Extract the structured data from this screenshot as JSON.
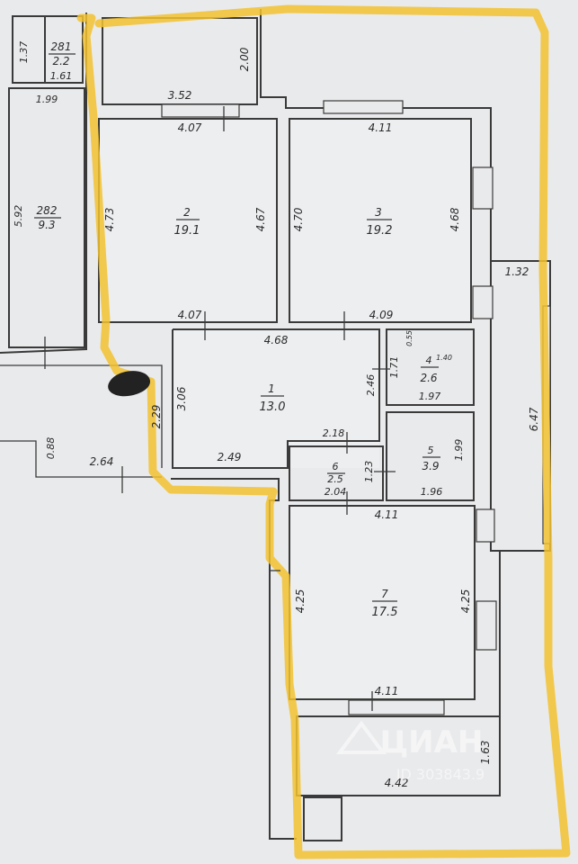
{
  "rooms": [
    {
      "id": "1",
      "area": "13.0"
    },
    {
      "id": "2",
      "area": "19.1"
    },
    {
      "id": "3",
      "area": "19.2"
    },
    {
      "id": "4",
      "area": "2.6"
    },
    {
      "id": "5",
      "area": "3.9"
    },
    {
      "id": "6",
      "area": "2.5"
    },
    {
      "id": "7",
      "area": "17.5"
    },
    {
      "id": "281",
      "area": "2.2"
    },
    {
      "id": "282",
      "area": "9.3"
    }
  ],
  "dimensions": [
    "3.52",
    "2.00",
    "4.07",
    "4.11",
    "4.73",
    "4.67",
    "4.70",
    "4.68",
    "4.07",
    "4.09",
    "1.32",
    "4.68",
    "0.55",
    "1.40",
    "1.71",
    "2.46",
    "1.97",
    "3.06",
    "2.29",
    "2.18",
    "2.49",
    "1.99",
    "1.96",
    "6.47",
    "1.23",
    "2.04",
    "0.88",
    "2.64",
    "4.11",
    "4.25",
    "4.25",
    "4.11",
    "1.63",
    "4.42",
    "1.37",
    "1.61",
    "1.99",
    "5.92"
  ],
  "watermark": {
    "logo": "ЦИАН",
    "id": "ID 303843.9"
  },
  "colors": {
    "highlight": "#f2c230",
    "line": "#3a3a3a",
    "paper": "#e9eaec"
  }
}
